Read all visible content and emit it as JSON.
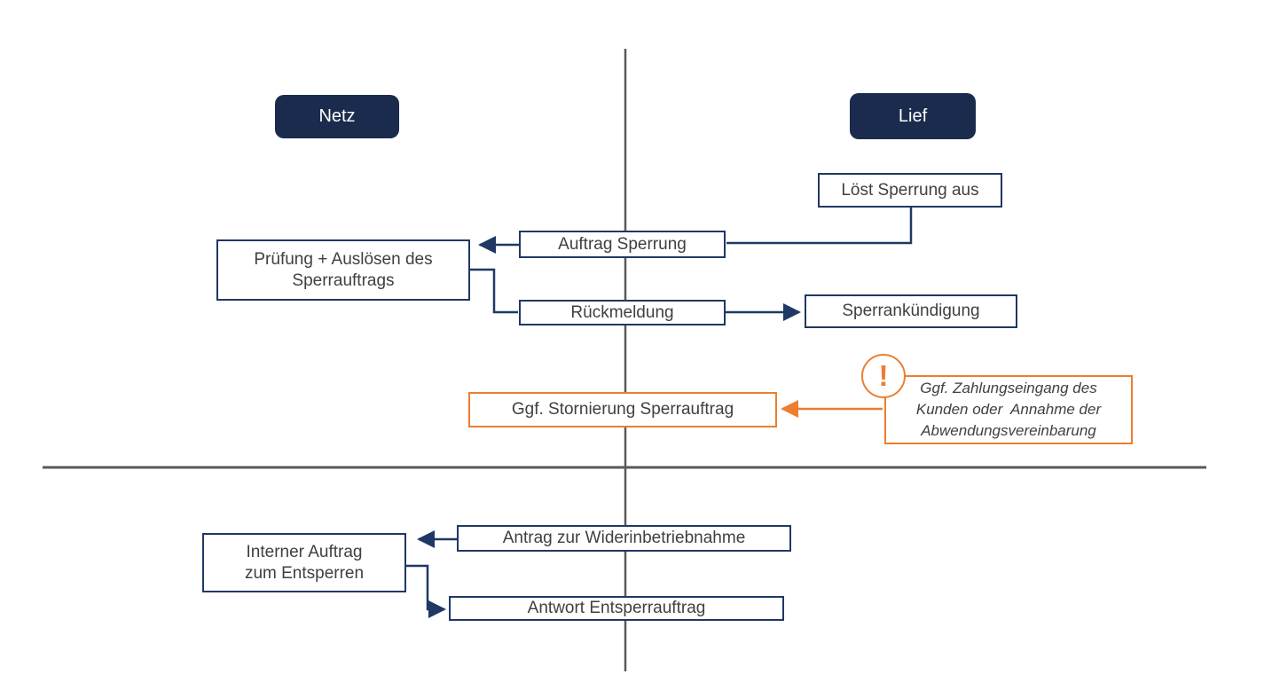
{
  "lanes": {
    "left_label": "Netz",
    "right_label": "Lief"
  },
  "nodes": {
    "loest_sperrung": "Löst Sperrung aus",
    "auftrag_sperrung": "Auftrag Sperrung",
    "pruefung": "Prüfung + Auslösen des\nSperrauftrags",
    "rueckmeldung": "Rückmeldung",
    "sperrankuendigung": "Sperrankündigung",
    "stornierung": "Ggf. Stornierung Sperrauftrag",
    "antrag_wiederinbetriebnahme": "Antrag zur Widerinbetriebnahme",
    "interner_auftrag": "Interner Auftrag\nzum Entsperren",
    "antwort_entsperrauftrag": "Antwort Entsperrauftrag"
  },
  "note": {
    "icon_glyph": "!",
    "lines": [
      "Ggf. Zahlungseingang des",
      "Kunden oder  Annahme der",
      "Abwendungsvereinbarung"
    ]
  },
  "colors": {
    "navy_fill": "#1b2b4d",
    "navy_line": "#1f3864",
    "orange": "#ed7d31",
    "gray_line": "#595959",
    "text_gray": "#404040"
  }
}
